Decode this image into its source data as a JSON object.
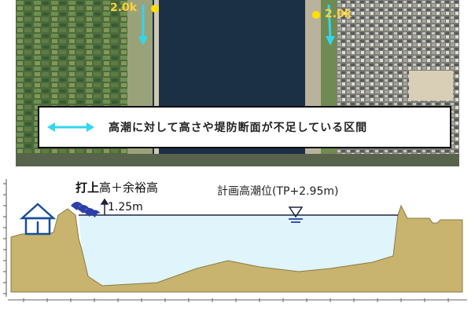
{
  "aerial": {
    "left_marker": "2.0k",
    "right_marker": "2.0k",
    "legend_text": "高潮に対して高さや堤防断面が不足している区間",
    "colors": {
      "arrow": "#33d6ee",
      "marker": "#ffe000",
      "water": "#1b2f45"
    }
  },
  "section": {
    "runup_bold": "打上",
    "runup_rest": "高＋余裕高",
    "height": "1.25m",
    "hwl": "計画高潮位(TP+2.95m)",
    "colors": {
      "ground": "#c8b46e",
      "water": "#dff4fb",
      "line": "#20233f"
    }
  }
}
